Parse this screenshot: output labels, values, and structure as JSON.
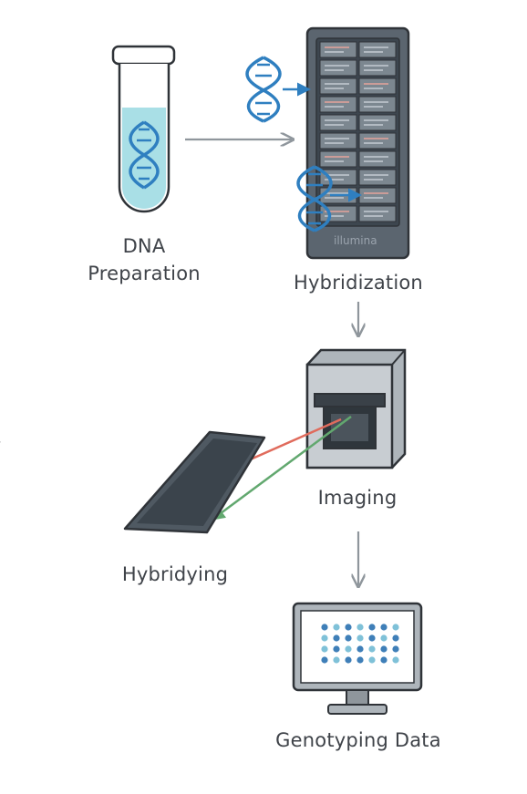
{
  "steps": {
    "dna_prep": "DNA\nPreparation",
    "hybridization": "Hybridization",
    "imaging": "Imaging",
    "hybridying": "Hybridying",
    "genotyping": "Genotyping Data"
  },
  "instrument_brand": "illumina",
  "colors": {
    "outline": "#2f3338",
    "dna_blue": "#2f7fc0",
    "liquid": "#a9dfe6",
    "arrow_gray": "#8f969c",
    "chip_body": "#4f5962",
    "laser_red": "#e06b5c",
    "laser_green": "#62a86f",
    "dot_blue": "#3f7fb8",
    "dot_teal": "#7fc1d8"
  },
  "icons": [
    "test-tube-icon",
    "dna-helix-icon",
    "bead-array-scanner-icon",
    "imaging-scanner-icon",
    "beadchip-slide-icon",
    "monitor-icon",
    "down-arrow-icon",
    "right-arrow-icon"
  ]
}
